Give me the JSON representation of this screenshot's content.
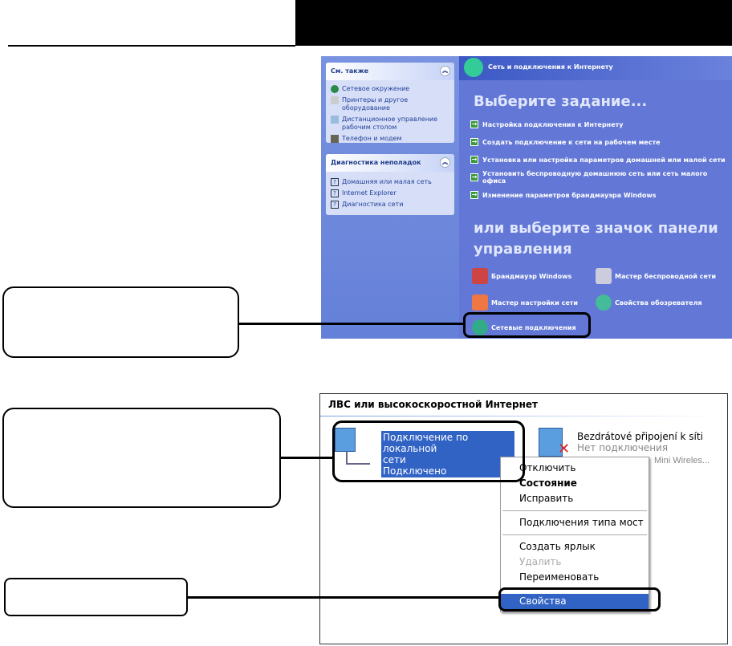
{
  "shot1": {
    "see_also": {
      "title": "См. также",
      "items": [
        "Сетевое окружение",
        "Принтеры и другое оборудование",
        "Дистанционное управление рабочим столом",
        "Телефон и модем"
      ]
    },
    "troubleshoot": {
      "title": "Диагностика неполадок",
      "items": [
        "Домашняя или малая сеть",
        "Internet Explorer",
        "Диагностика сети"
      ]
    },
    "header": "Сеть и подключения к Интернету",
    "pick_task": "Выберите задание...",
    "tasks": [
      "Настройка подключения к Интернету",
      "Создать подключение к сети на рабочем месте",
      "Установка или настройка параметров домашней или малой сети",
      "Установить беспроводную домашнюю сеть или сеть малого офиса",
      "Изменение параметров брандмауэра Windows"
    ],
    "or_pick": "или выберите значок панели управления",
    "icons": [
      "Брандмауэр Windows",
      "Мастер беспроводной сети",
      "Мастер настройки сети",
      "Свойства обозревателя",
      "Сетевые подключения"
    ]
  },
  "shot2": {
    "section": "ЛВС или высокоскоростной Интернет",
    "lan": {
      "name1": "Подключение по локальной",
      "name2": "сети",
      "status": "Подключено"
    },
    "wifi": {
      "name": "Bezdrátové připojení k síti",
      "status": "Нет подключения",
      "device": "Mini Wireles..."
    },
    "menu": [
      "Отключить",
      "Состояние",
      "Исправить",
      "Подключения типа мост",
      "Создать ярлык",
      "Удалить",
      "Переименовать",
      "Свойства"
    ]
  }
}
